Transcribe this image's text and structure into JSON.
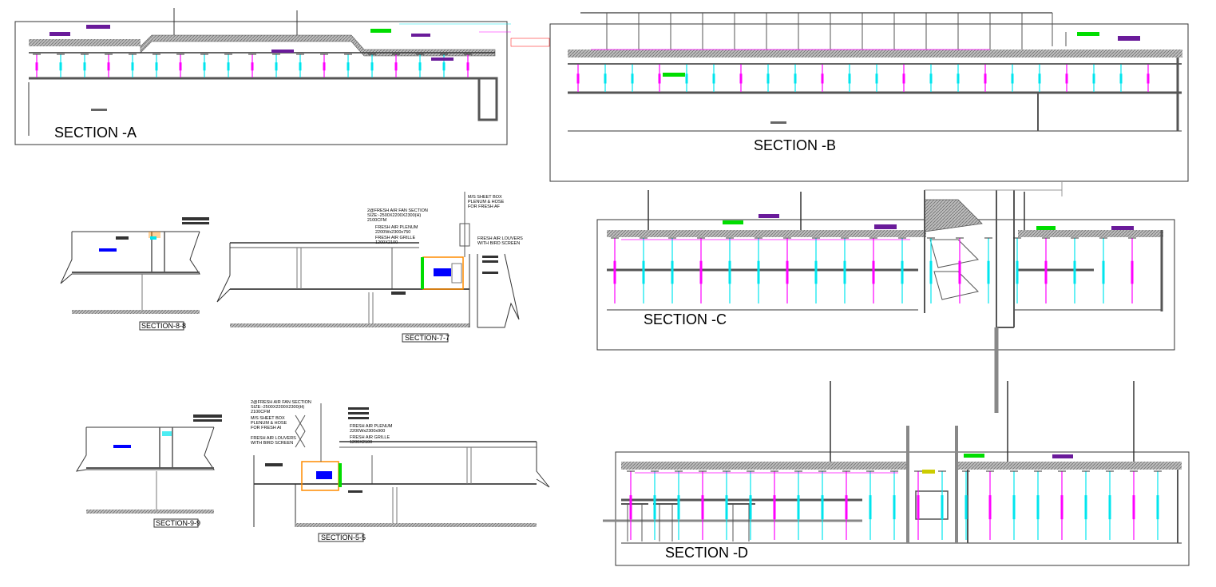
{
  "sections": {
    "a": {
      "title": "SECTION -A"
    },
    "b": {
      "title": "SECTION -B"
    },
    "c": {
      "title": "SECTION -C"
    },
    "d": {
      "title": "SECTION -D"
    },
    "s88": {
      "title": "SECTION-8-8"
    },
    "s77": {
      "title": "SECTION-7-7"
    },
    "s99": {
      "title": "SECTION-9-9"
    },
    "s55": {
      "title": "SECTION-5-5"
    }
  },
  "notes_77": {
    "fan_section": "2@FRESH AIR FAN SECTION",
    "fan_size": "SIZE:-2500X2200X2300(H)",
    "fan_cfm": "2100CFM",
    "plenum": "FRESH AIR PLENUM",
    "plenum_size": "2200Wx2300x750",
    "grille": "FRESH AIR GRILLE",
    "grille_size": "1200X2100",
    "sheet_box": "M/S SHEET BOX",
    "plenum_hose": "PLENUM & HOSE",
    "fresh_air": "FOR FRESH AF",
    "louvers": "FRESH AIR LOUVERS",
    "bird_screen": "WITH BIRD SCREEN"
  },
  "notes_55": {
    "fan_section": "2@FRESH AIR FAN SECTION",
    "fan_size": "SIZE:-2500X2200X2300(H)",
    "fan_cfm": "2100CFM",
    "sheet_box": "M/S SHEET BOX",
    "plenum_hose": "PLENUM & HOSE",
    "fresh_air": "FOR FRESH AI",
    "plenum": "FRESH AIR PLENUM",
    "plenum_size": "2200Wx2300x900",
    "grille": "FRESH AIR GRILLE",
    "grille_size": "1200X2100",
    "louvers": "FRESH AIR LOUVERS",
    "bird_screen": "WITH BIRD SCREEN"
  },
  "colors": {
    "line": "#333333",
    "cyan": "#00e5ee",
    "magenta": "#ff00ff",
    "purple": "#6a1b9a",
    "green": "#00dd00",
    "blue": "#0000ff",
    "red": "#ff0000",
    "orange": "#ff8c00",
    "hatch": "#8a8a8a"
  }
}
